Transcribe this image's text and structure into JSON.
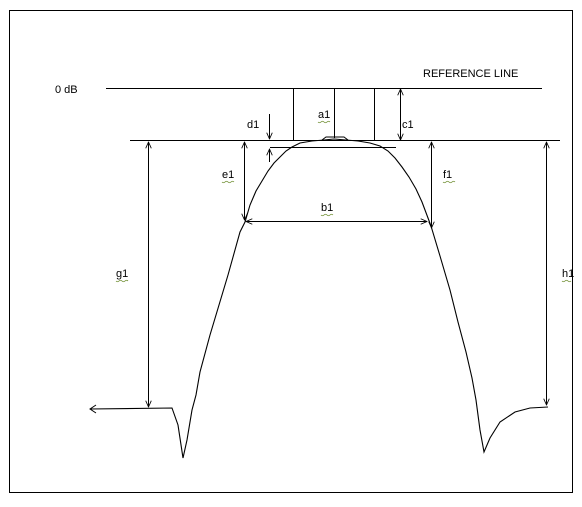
{
  "diagram": {
    "zero_db_label": "0 dB",
    "reference_label": "REFERENCE LINE",
    "labels": {
      "a1": "a1",
      "b1": "b1",
      "c1": "c1",
      "d1": "d1",
      "e1": "e1",
      "f1": "f1",
      "g1": "g1",
      "h1": "h1"
    }
  }
}
